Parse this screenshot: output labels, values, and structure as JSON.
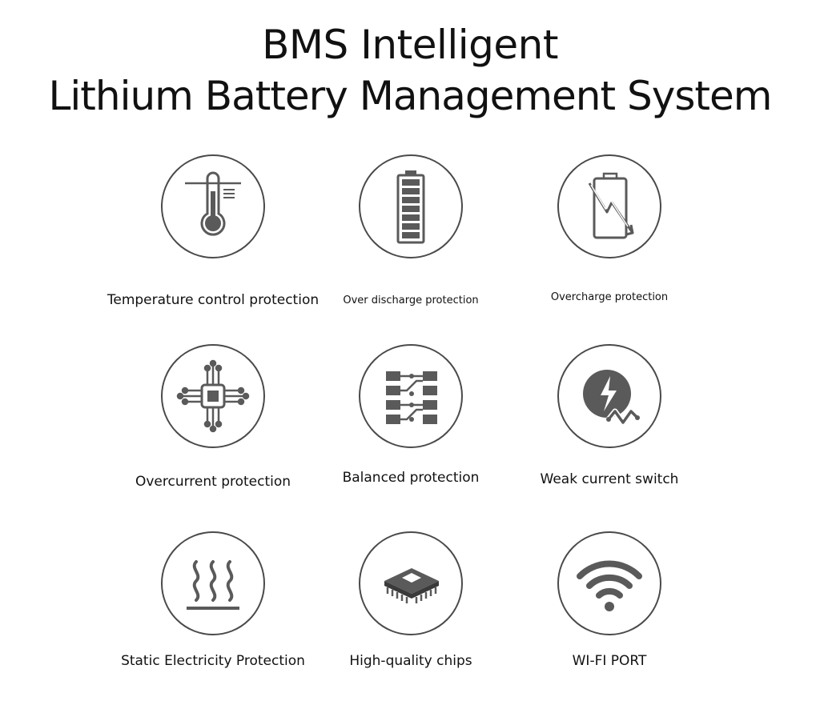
{
  "header": {
    "title_line1": "BMS Intelligent",
    "title_line2": "Lithium Battery Management System"
  },
  "features": [
    {
      "label": "Temperature control protection",
      "icon": "thermometer-icon"
    },
    {
      "label": "Over discharge protection",
      "icon": "battery-icon"
    },
    {
      "label": "Overcharge protection",
      "icon": "battery-lightning-icon"
    },
    {
      "label": "Overcurrent protection",
      "icon": "processor-circuit-icon"
    },
    {
      "label": "Balanced protection",
      "icon": "circuit-board-icon"
    },
    {
      "label": "Weak current switch",
      "icon": "lightning-wave-icon"
    },
    {
      "label": "Static Electricity Protection",
      "icon": "heat-waves-icon"
    },
    {
      "label": "High-quality chips",
      "icon": "microchip-icon"
    },
    {
      "label": "WI-FI PORT",
      "icon": "wifi-icon"
    }
  ],
  "colors": {
    "icon": "#5a5a5a",
    "circle_border": "#4a4a4a",
    "text": "#111111"
  }
}
